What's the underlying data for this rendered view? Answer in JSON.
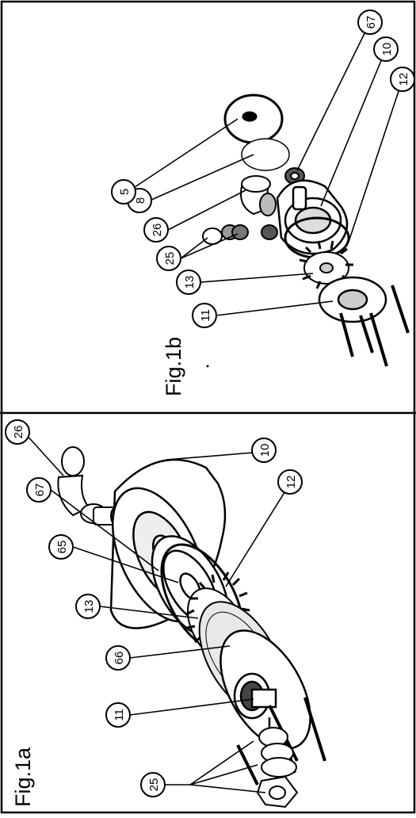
{
  "figures": {
    "fig1a": {
      "title": "Fig.1a"
    },
    "fig1b": {
      "title": "Fig.1b"
    }
  },
  "callouts_1a": [
    "25",
    "11",
    "66",
    "13",
    "65",
    "67",
    "26",
    "12",
    "10"
  ],
  "callouts_1b": [
    "11",
    "13",
    "25",
    "26",
    "8",
    "5",
    "67",
    "10",
    "12"
  ],
  "colors": {
    "ink": "#000000",
    "paper": "#ffffff",
    "part_grey": "#d9d9d9"
  }
}
